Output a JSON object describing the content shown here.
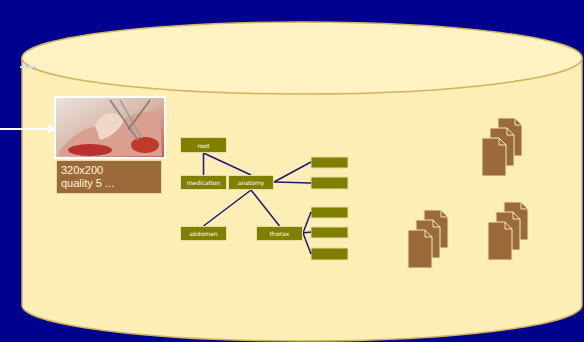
{
  "diagram": {
    "nodes": [
      {
        "text": [
          "320x200 quality 5 ..."
        ]
      },
      {
        "text": [
          "root"
        ]
      },
      {
        "text": [
          "medication"
        ]
      },
      {
        "text": [
          "anatomy"
        ]
      },
      {
        "text": [
          "abdomen"
        ]
      },
      {
        "text": [
          "thorax"
        ]
      }
    ],
    "edges": [
      {
        "from": 1,
        "to": 2,
        "arrow": "none"
      },
      {
        "from": 1,
        "to": 3,
        "arrow": "none"
      },
      {
        "from": 3,
        "to": 4,
        "arrow": "none"
      },
      {
        "from": 3,
        "to": 5,
        "arrow": "none"
      }
    ]
  }
}
